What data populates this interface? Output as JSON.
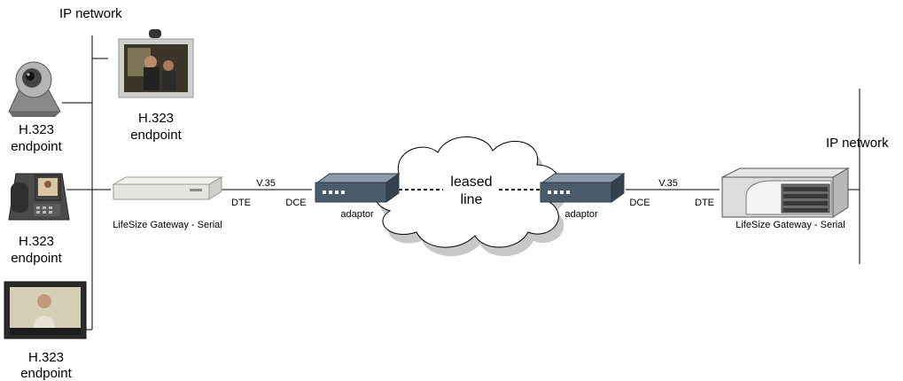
{
  "labels": {
    "ip_network_left": "IP network",
    "ip_network_right": "IP network",
    "endpoint_top_line1": "H.323",
    "endpoint_top_line2": "endpoint",
    "endpoint_left1_line1": "H.323",
    "endpoint_left1_line2": "endpoint",
    "endpoint_left2_line1": "H.323",
    "endpoint_left2_line2": "endpoint",
    "endpoint_left3_line1": "H.323",
    "endpoint_left3_line2": "endpoint",
    "gateway_left": "LifeSize Gateway - Serial",
    "gateway_right": "LifeSize Gateway - Serial",
    "v35_left": "V.35",
    "v35_right": "V.35",
    "dte_left": "DTE",
    "dte_right": "DTE",
    "dce_left": "DCE",
    "dce_right": "DCE",
    "adaptor_left": "adaptor",
    "adaptor_right": "adaptor",
    "cloud_line1": "leased",
    "cloud_line2": "line"
  },
  "colors": {
    "line": "#000000",
    "cloud_fill": "#ffffff",
    "cloud_shadow": "#c8c8c8",
    "adaptor_dark": "#4a5b6b",
    "gateway_body": "#e4e4e0"
  }
}
